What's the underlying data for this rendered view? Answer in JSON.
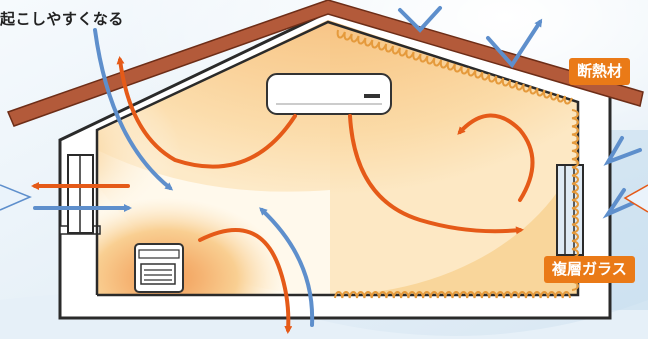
{
  "caption": "起こしやすくなる",
  "labels": {
    "insulation": "断熱材",
    "double_glass": "複層ガラス"
  },
  "colors": {
    "roof": "#b35a3a",
    "warm_arrow": "#e55a18",
    "cool_arrow": "#5e8fcc",
    "label_bg": "#ea7a17",
    "insulation_coil": "#e59a3c",
    "warm_zone": "#f9d79c",
    "heat_core": "#f2a460",
    "sky": "#cfe3f3"
  },
  "icons": [
    "air-conditioner-icon",
    "heater-icon",
    "window-icon",
    "insulation-coil"
  ]
}
